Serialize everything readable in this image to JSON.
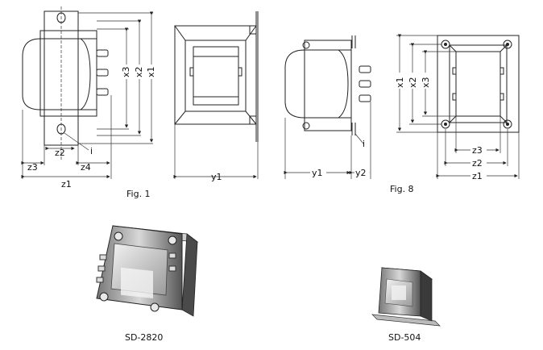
{
  "fig1": {
    "caption": "Fig. 1",
    "front": {
      "x1": "x1",
      "x2": "x2",
      "x3": "x3",
      "z1": "z1",
      "z2": "z2",
      "z3": "z3",
      "z4": "z4",
      "i": "i"
    },
    "side": {
      "y1": "y1"
    }
  },
  "fig8": {
    "caption": "Fig. 8",
    "side": {
      "y1": "y1",
      "y2": "y2",
      "i": "i"
    },
    "front": {
      "x1": "x1",
      "x2": "x2",
      "x3": "x3",
      "z1": "z1",
      "z2": "z2",
      "z3": "z3"
    }
  },
  "photos": {
    "left_label": "SD-2820",
    "right_label": "SD-504"
  }
}
